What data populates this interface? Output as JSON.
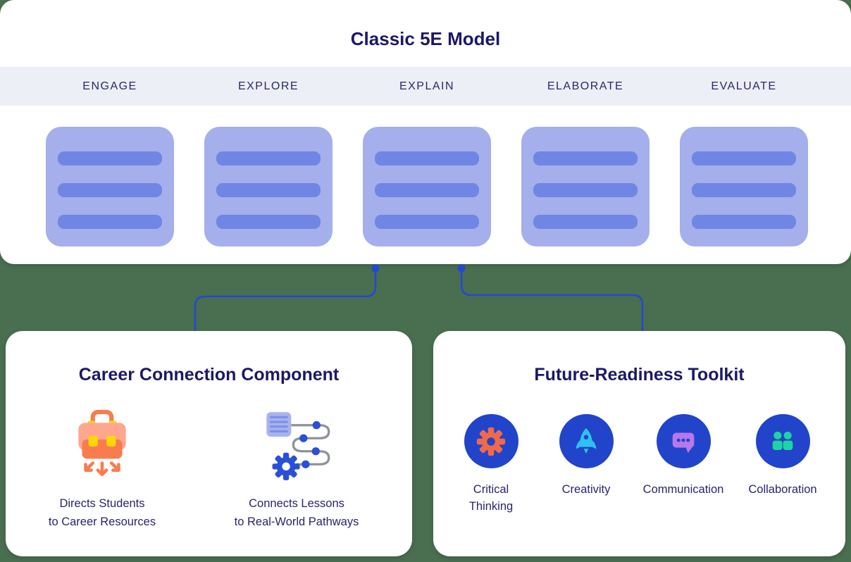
{
  "colors": {
    "page_background": "#4a6e50",
    "panel_white": "#ffffff",
    "strip_background": "#eceff5",
    "title_navy": "#1c1866",
    "body_navy": "#292370",
    "card_background": "#a4afeb",
    "card_bar": "#7086e4",
    "connector_blue": "#2348d4",
    "circle_blue": "#2144ca",
    "gear_orange": "#f0694a",
    "rocket_cyan": "#2ec2f2",
    "bubble_purple": "#b678ea",
    "people_teal": "#1fd3a2",
    "briefcase_salmon": "#ffa78e",
    "briefcase_orange": "#f97c4e",
    "clasp_yellow": "#ffd60a"
  },
  "top_panel": {
    "title": "Classic 5E Model",
    "columns": [
      {
        "label": "ENGAGE"
      },
      {
        "label": "EXPLORE"
      },
      {
        "label": "EXPLAIN"
      },
      {
        "label": "ELABORATE"
      },
      {
        "label": "EVALUATE"
      }
    ],
    "bars_per_card": 3
  },
  "career_panel": {
    "title": "Career Connection Component",
    "items": [
      {
        "icon": "briefcase-arrows-icon",
        "line1": "Directs Students",
        "line2": "to Career Resources"
      },
      {
        "icon": "lesson-pathway-icon",
        "line1": "Connects Lessons",
        "line2": "to Real-World Pathways"
      }
    ]
  },
  "toolkit_panel": {
    "title": "Future-Readiness Toolkit",
    "items": [
      {
        "icon": "gear-icon",
        "lines": [
          "Critical",
          "Thinking"
        ]
      },
      {
        "icon": "rocket-icon",
        "lines": [
          "Creativity"
        ]
      },
      {
        "icon": "speech-bubble-icon",
        "lines": [
          "Communication"
        ]
      },
      {
        "icon": "people-icon",
        "lines": [
          "Collaboration"
        ]
      }
    ]
  }
}
